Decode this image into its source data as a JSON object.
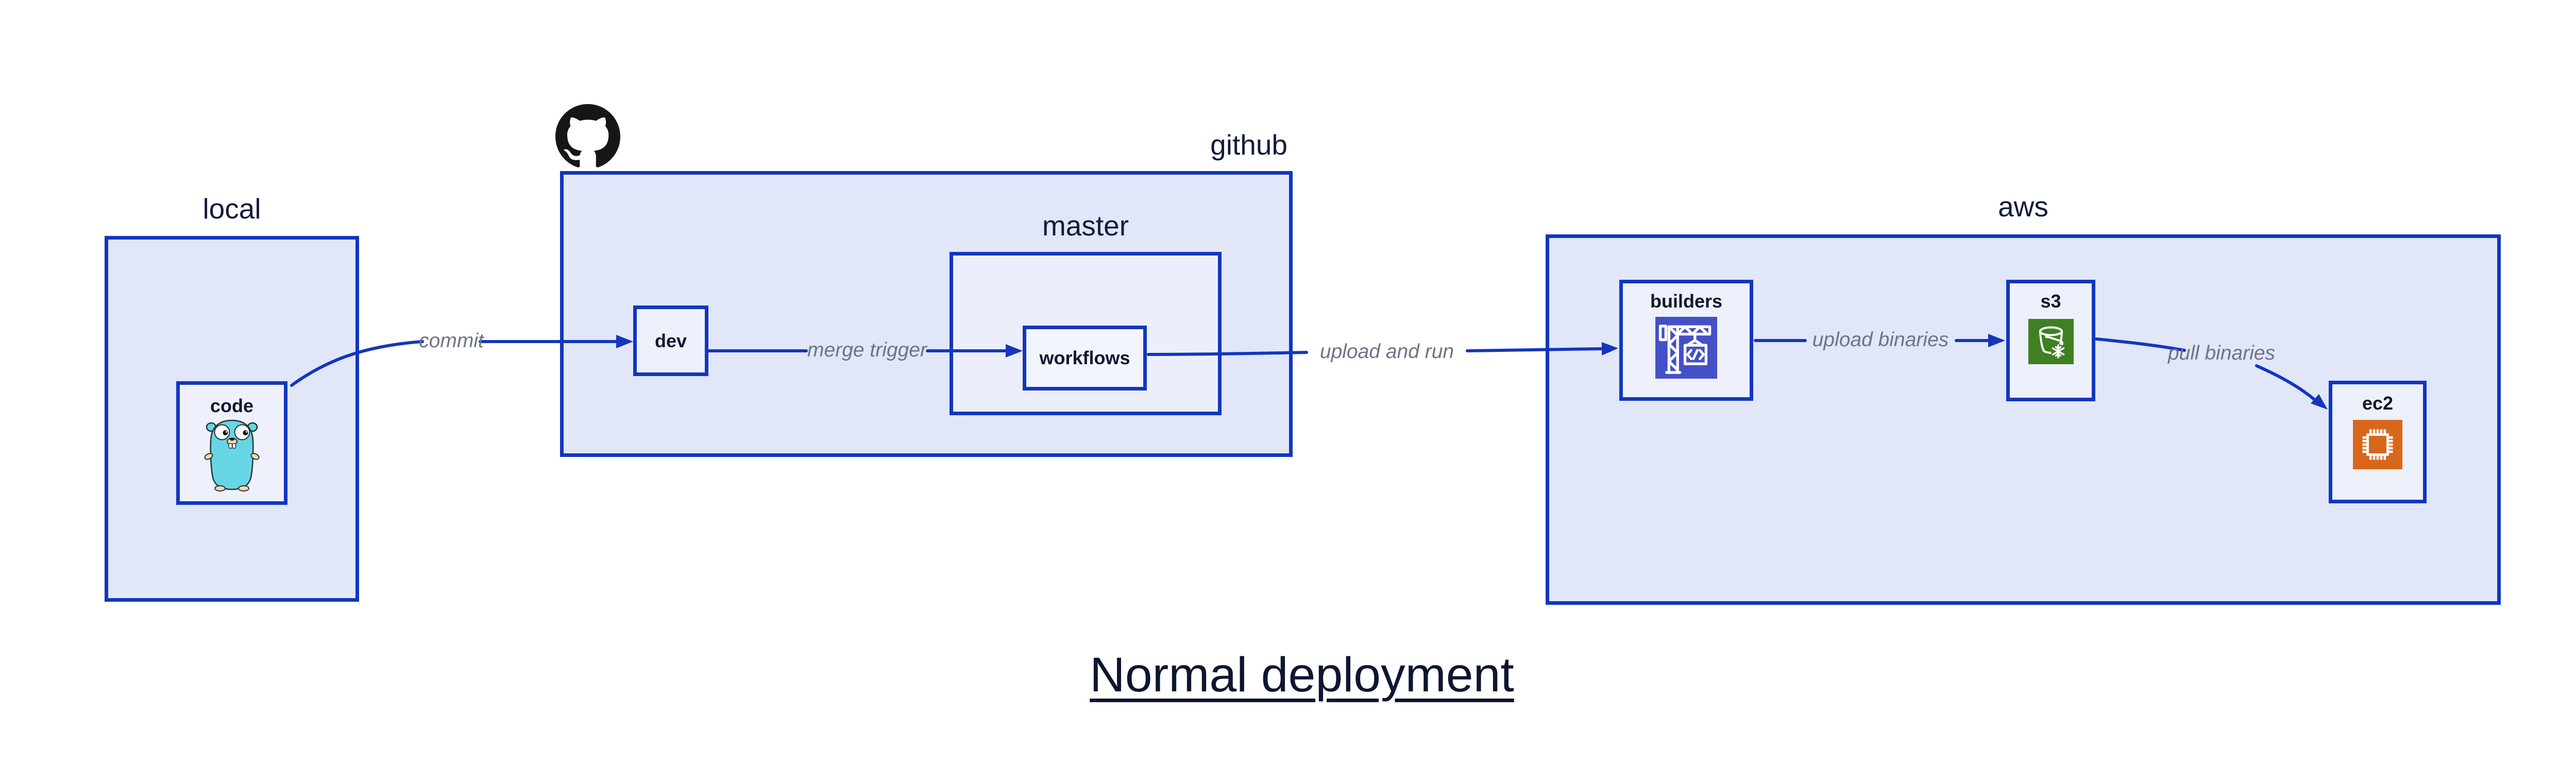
{
  "title": {
    "text": "Normal deployment"
  },
  "containers": {
    "local": {
      "label": "local"
    },
    "github": {
      "label": "github"
    },
    "master": {
      "label": "master"
    },
    "aws": {
      "label": "aws"
    }
  },
  "nodes": {
    "code": {
      "label": "code",
      "icon": "go-gopher"
    },
    "dev": {
      "label": "dev"
    },
    "workflows": {
      "label": "workflows"
    },
    "builders": {
      "label": "builders",
      "icon": "aws-codebuild-crane"
    },
    "s3": {
      "label": "s3",
      "icon": "aws-s3-glacier-bucket"
    },
    "ec2": {
      "label": "ec2",
      "icon": "aws-ec2-chip"
    }
  },
  "edges": {
    "commit": {
      "label": "commit",
      "from": "code",
      "to": "dev"
    },
    "merge_trigger": {
      "label": "merge trigger",
      "from": "dev",
      "to": "workflows"
    },
    "upload_and_run": {
      "label": "upload and run",
      "from": "workflows",
      "to": "builders"
    },
    "upload_binaries": {
      "label": "upload binaries",
      "from": "builders",
      "to": "s3"
    },
    "pull_binaries": {
      "label": "pull binaries",
      "from": "s3",
      "to": "ec2"
    }
  },
  "logos": {
    "github": "github-octocat"
  },
  "colors": {
    "line_blue": "#1336bd",
    "border_blue": "#1136bf",
    "container_fill": "#e1e6f9",
    "master_fill": "#eceffb",
    "node_fill": "#eef1fb",
    "workflows_fill": "#f3f5fd",
    "text_dark": "#10182f",
    "edge_label_gray": "#6e7486",
    "codebuild_indigo": "#4450c8",
    "s3_green": "#3f8023",
    "ec2_orange": "#d9671b",
    "gopher_teal": "#67d6e4",
    "github_black": "#171515"
  }
}
